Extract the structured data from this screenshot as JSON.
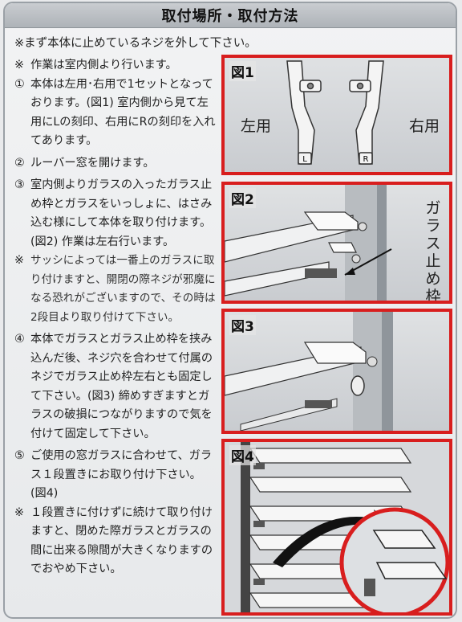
{
  "title": "取付場所・取付方法",
  "intro": "※まず本体に止めているネジを外して下さい。",
  "items": [
    {
      "mark": "※",
      "text": "作業は室内側より行います。",
      "note": false
    },
    {
      "mark": "①",
      "text": "本体は左用･右用で1セットとなっております。(図1) 室内側から見て左用にLの刻印、右用にRの刻印を入れてあります。",
      "note": false
    },
    {
      "mark": "②",
      "text": "ルーバー窓を開けます。",
      "note": false
    },
    {
      "mark": "③",
      "text": "室内側よりガラスの入ったガラス止め枠とガラスをいっしょに、はさみ込む様にして本体を取り付けます。(図2) 作業は左右行います。",
      "note": false
    },
    {
      "mark": "※",
      "text": "サッシによっては一番上のガラスに取り付けますと、開閉の際ネジが邪魔になる恐れがございますので、その時は2段目より取り付けて下さい。",
      "note": true
    },
    {
      "mark": "④",
      "text": "本体でガラスとガラス止め枠を挟み込んだ後、ネジ穴を合わせて付属のネジでガラス止め枠左右とも固定して下さい。(図3) 締めすぎますとガラスの破損につながりますので気を付けて固定して下さい。",
      "note": false
    },
    {
      "mark": "⑤",
      "text": "ご使用の窓ガラスに合わせて、ガラス１段置きにお取り付け下さい。(図4)",
      "note": false
    },
    {
      "mark": "※",
      "text": "１段置きに付けずに続けて取り付けますと、閉めた際ガラスとガラスの間に出来る隙間が大きくなりますのでおやめ下さい。",
      "note": false
    }
  ],
  "figures": {
    "fig1": {
      "label": "図1",
      "left_text": "左用",
      "right_text": "右用",
      "left_mark": "L",
      "right_mark": "R"
    },
    "fig2": {
      "label": "図2",
      "callout": "ガラス止め枠"
    },
    "fig3": {
      "label": "図3"
    },
    "fig4": {
      "label": "図4"
    }
  },
  "colors": {
    "frame_red": "#d81e1e",
    "title_bg": "#b9bdc2"
  }
}
